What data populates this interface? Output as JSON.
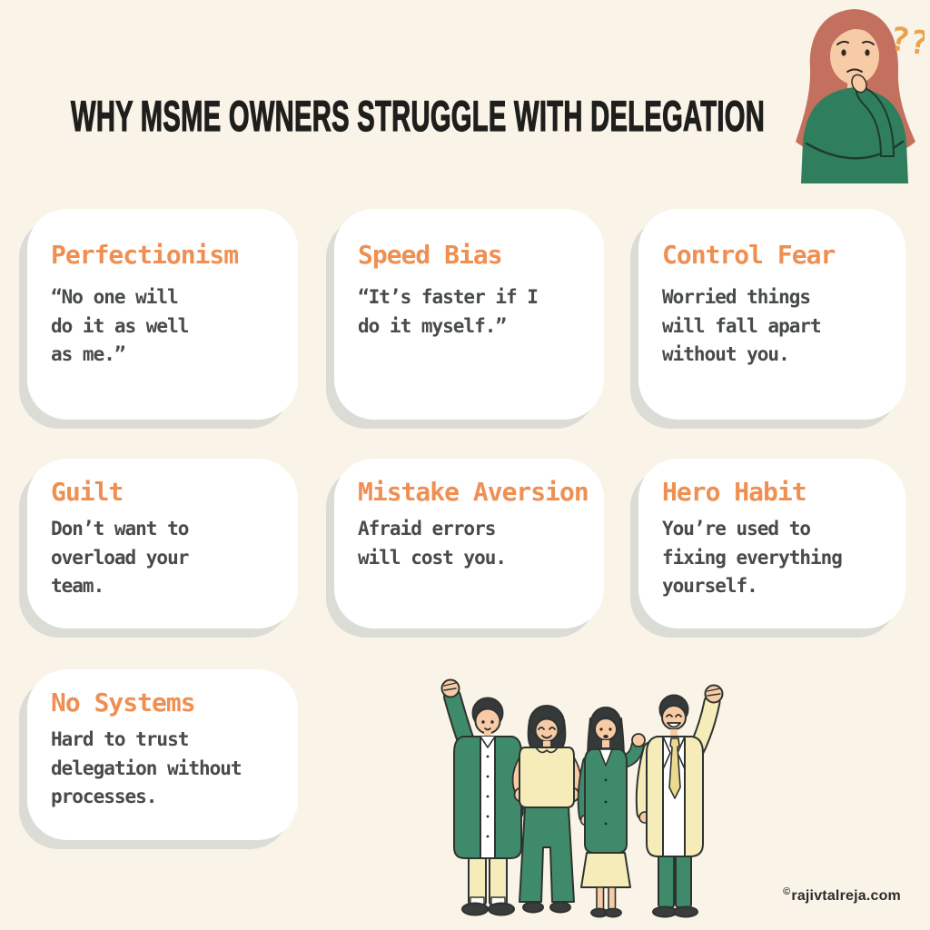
{
  "title": "WHY MSME OWNERS STRUGGLE WITH DELEGATION",
  "cards": [
    {
      "heading": "Perfectionism",
      "body": "“No one will\ndo it as well\nas me.”"
    },
    {
      "heading": "Speed Bias",
      "body": "“It’s faster if I\ndo it myself.”"
    },
    {
      "heading": "Control Fear",
      "body": "Worried things\nwill fall apart\nwithout you."
    },
    {
      "heading": "Guilt",
      "body": "Don’t want to\noverload your\nteam."
    },
    {
      "heading": "Mistake Aversion",
      "body": "Afraid errors\nwill cost you."
    },
    {
      "heading": "Hero Habit",
      "body": "You’re used to\nfixing everything\nyourself."
    },
    {
      "heading": "No Systems",
      "body": "Hard to trust\ndelegation without\nprocesses."
    }
  ],
  "question_marks": "??",
  "watermark": {
    "symbol": "©",
    "text": "rajivtalreja.com"
  },
  "illustrations": {
    "top_right": "thinking-woman-with-question-marks",
    "bottom": "team-of-four-celebrating"
  },
  "colors": {
    "background": "#faf3e7",
    "card": "#ffffff",
    "card_shadow": "#dcdcd7",
    "accent_orange": "#ef8f52",
    "body_text": "#474b4a",
    "title_text": "#1e1e1c",
    "green": "#3f8a6a",
    "dark_green": "#2f7e5e",
    "cream": "#f5ecb9",
    "skin": "#f6cba6",
    "hair_auburn": "#c4705f",
    "hair_dark": "#35393a",
    "outline": "#2f332f",
    "question_mark": "#eba24b"
  }
}
